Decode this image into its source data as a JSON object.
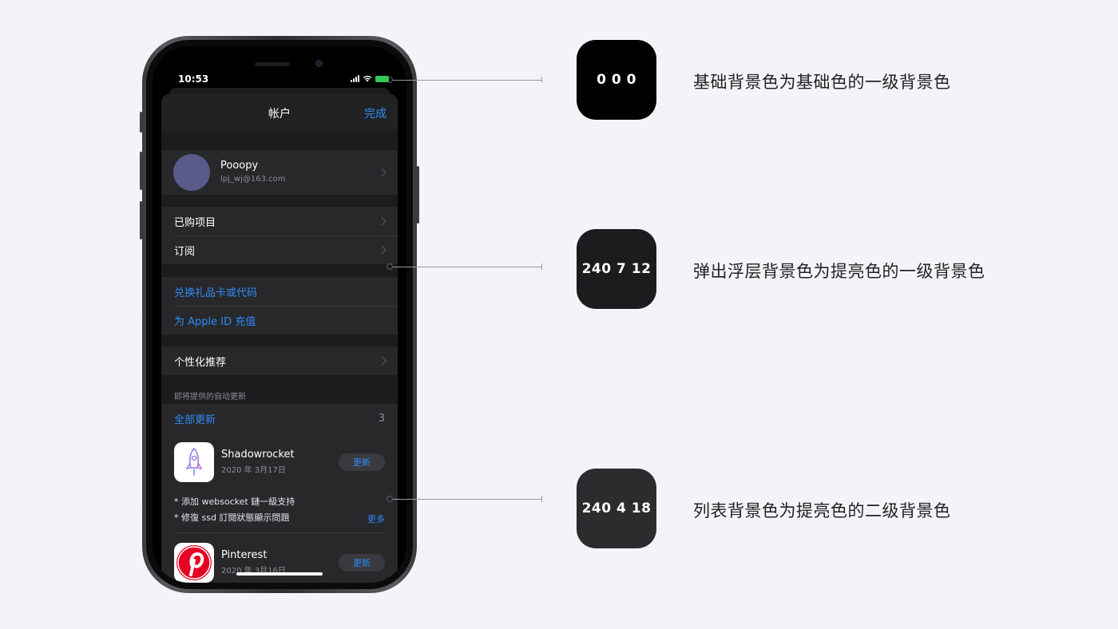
{
  "status_bar": {
    "time": "10:53"
  },
  "nav": {
    "title": "帐户",
    "done": "完成"
  },
  "profile": {
    "name": "Pooopy",
    "email": "lpj_wj@163.com"
  },
  "menu1": [
    {
      "label": "已购项目"
    },
    {
      "label": "订阅"
    }
  ],
  "menu2": [
    {
      "label": "兑换礼品卡或代码"
    },
    {
      "label": "为 Apple ID 充值"
    }
  ],
  "menu3": [
    {
      "label": "个性化推荐"
    }
  ],
  "updates": {
    "section_header": "即将提供的自动更新",
    "update_all": "全部更新",
    "count": "3",
    "apps": [
      {
        "name": "Shadowrocket",
        "date": "2020 年 3月17日",
        "button": "更新",
        "notes": [
          "* 添加 websocket 鏈一級支持",
          "* 修復 ssd 訂閱狀態顯示問題"
        ],
        "more": "更多"
      },
      {
        "name": "Pinterest",
        "date": "2020 年 3月16日",
        "button": "更新"
      }
    ]
  },
  "callouts": [
    {
      "swatch": "0 0 0",
      "color": "#000000",
      "text": "基础背景色为基础色的一级背景色"
    },
    {
      "swatch": "240 7 12",
      "color": "#1c1c1e",
      "text": "弹出浮层背景色为提亮色的一级背景色"
    },
    {
      "swatch": "240 4 18",
      "color": "#2c2c2e",
      "text": "列表背景色为提亮色的二级背景色"
    }
  ]
}
